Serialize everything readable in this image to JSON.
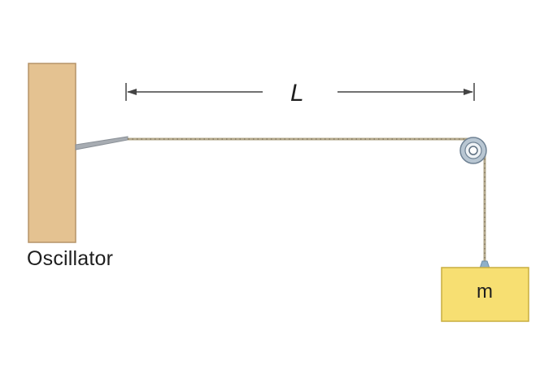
{
  "labels": {
    "oscillator": "Oscillator",
    "length": "L",
    "mass": "m"
  },
  "colors": {
    "oscillator_fill": "#e4c291",
    "oscillator_stroke": "#b59368",
    "string": "#b3a88b",
    "string_dots": "#7a6e58",
    "rod": "#a7acb2",
    "pulley": "#b8c6d2",
    "mass_fill": "#f7df72",
    "mass_stroke": "#c9ad3f",
    "hook": "#8fb0c9",
    "dimension_line": "#444444"
  }
}
